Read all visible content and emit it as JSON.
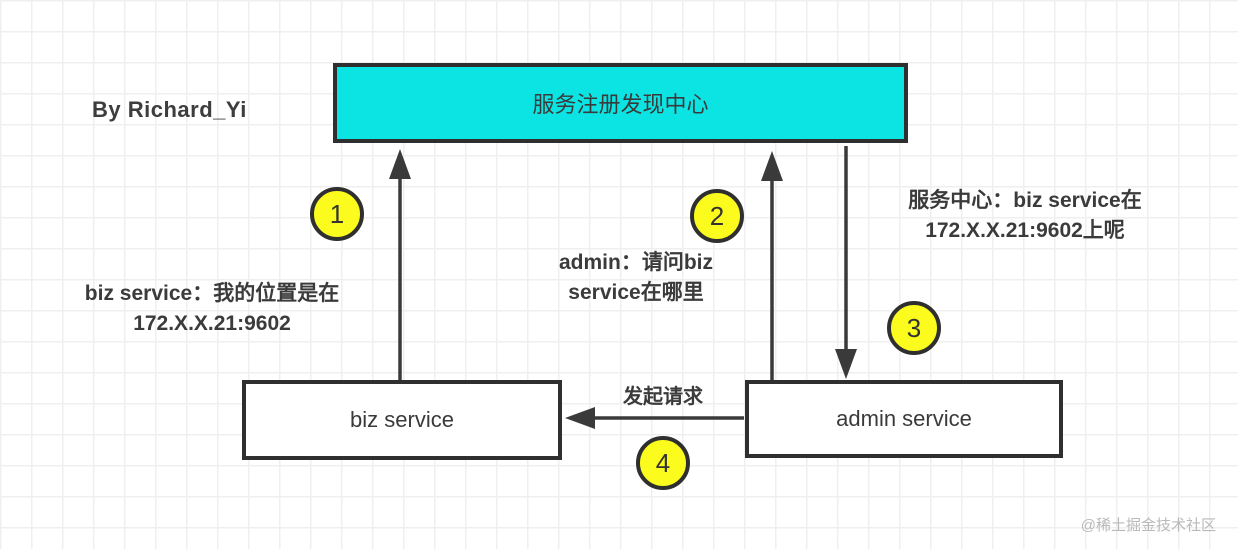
{
  "byline": "By Richard_Yi",
  "watermark": "@稀土掘金技术社区",
  "colors": {
    "box_border": "#2f2f2f",
    "registry_fill": "#0ce4e4",
    "service_fill": "#ffffff",
    "step_fill": "#fbfb1e",
    "text": "#3b3b3b",
    "arrow": "#3a3a3a",
    "grid": "#efefef",
    "watermark": "#b9b9b9"
  },
  "nodes": {
    "registry": {
      "label": "服务注册发现中心"
    },
    "biz": {
      "label": "biz service"
    },
    "admin": {
      "label": "admin service"
    }
  },
  "steps": [
    {
      "number": "1"
    },
    {
      "number": "2"
    },
    {
      "number": "3"
    },
    {
      "number": "4"
    }
  ],
  "messages": {
    "register": "biz service：我的位置是在\n172.X.X.21:9602",
    "query": "admin：请问biz\nservice在哪里",
    "reply": "服务中心：biz service在\n172.X.X.21:9602上呢",
    "request": "发起请求"
  }
}
